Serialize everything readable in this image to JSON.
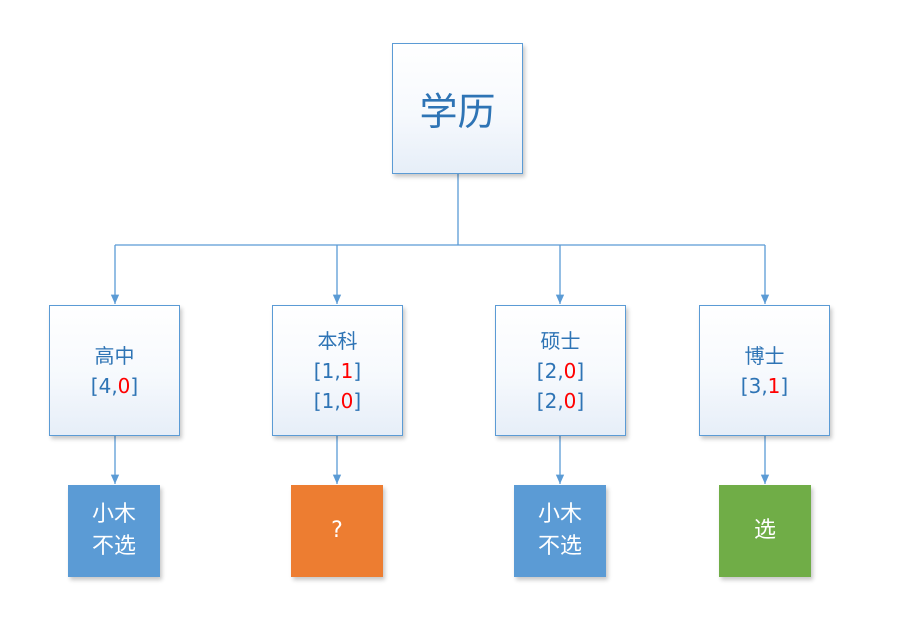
{
  "root": {
    "label": "学历"
  },
  "categories": [
    {
      "label": "高中",
      "pairs": [
        {
          "a": "4",
          "b": "0"
        }
      ]
    },
    {
      "label": "本科",
      "pairs": [
        {
          "a": "1",
          "b": "1"
        },
        {
          "a": "1",
          "b": "0"
        }
      ]
    },
    {
      "label": "硕士",
      "pairs": [
        {
          "a": "2",
          "b": "0"
        },
        {
          "a": "2",
          "b": "0"
        }
      ]
    },
    {
      "label": "博士",
      "pairs": [
        {
          "a": "3",
          "b": "1"
        }
      ]
    }
  ],
  "results": [
    {
      "lines": [
        "小木",
        "不选"
      ],
      "color": "#5b9bd5"
    },
    {
      "lines": [
        "?"
      ],
      "color": "#ed7d31"
    },
    {
      "lines": [
        "小木",
        "不选"
      ],
      "color": "#5b9bd5"
    },
    {
      "lines": [
        "选"
      ],
      "color": "#70ad47"
    }
  ],
  "colors": {
    "box_border": "#5b9bd5",
    "text": "#2e74b5",
    "highlight": "#ff0000",
    "connector": "#5b9bd5"
  }
}
